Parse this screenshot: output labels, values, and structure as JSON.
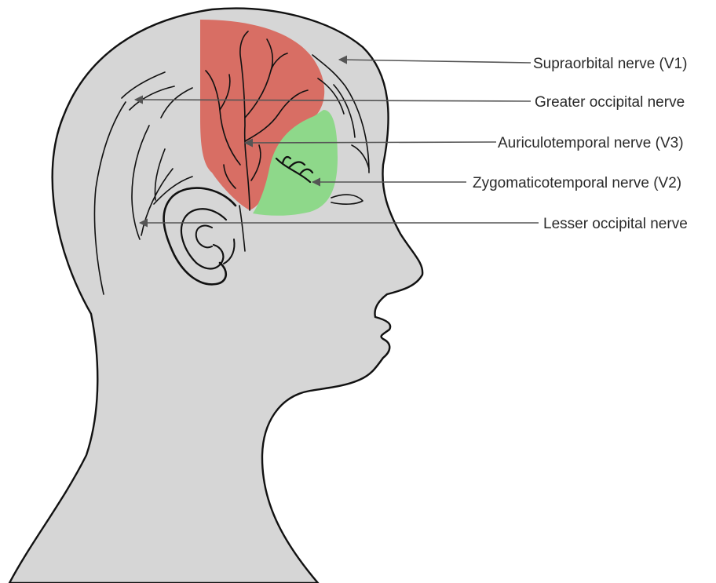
{
  "labels": [
    {
      "id": "supraorbital",
      "text": "Supraorbital nerve (V1)"
    },
    {
      "id": "greater-occipital",
      "text": "Greater occipital nerve"
    },
    {
      "id": "auriculotemporal",
      "text": "Auriculotemporal nerve (V3)"
    },
    {
      "id": "zygomaticotemporal",
      "text": "Zygomaticotemporal nerve (V2)"
    },
    {
      "id": "lesser-occipital",
      "text": "Lesser occipital nerve"
    }
  ],
  "colors": {
    "head_fill": "#d6d6d6",
    "auriculotemporal_region": "#d86e64",
    "zygomaticotemporal_region": "#8ed88a",
    "outline": "#111111",
    "leader_line": "#555555",
    "label_text": "#2a2a2a"
  }
}
